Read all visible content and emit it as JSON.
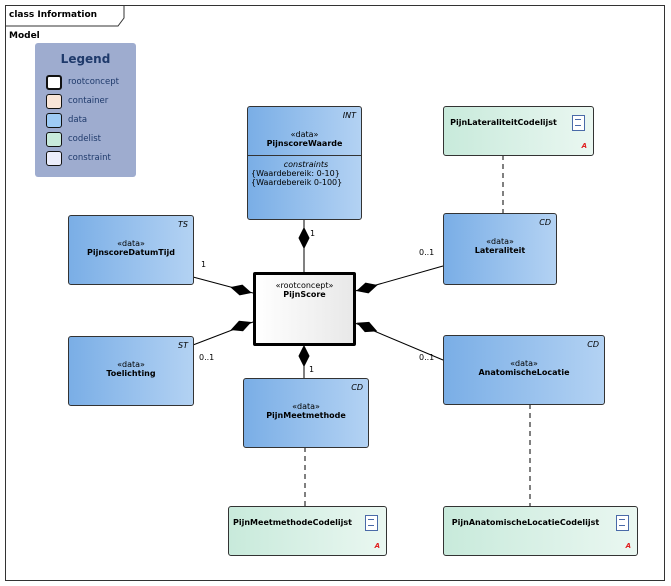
{
  "frame": {
    "title": "class Information Model"
  },
  "legend": {
    "title": "Legend",
    "items": [
      {
        "label": "rootconcept",
        "color": "#ffffff"
      },
      {
        "label": "container",
        "color": "#f9e6d8"
      },
      {
        "label": "data",
        "color": "#9ecbf5"
      },
      {
        "label": "codelist",
        "color": "#c8eadb"
      },
      {
        "label": "constraint",
        "color": "#ebedfb"
      }
    ]
  },
  "classes": {
    "pijnscore": {
      "stereotype": "«rootconcept»",
      "name": "PijnScore"
    },
    "pijnscorewaarde": {
      "stereotype": "«data»",
      "name": "PijnscoreWaarde",
      "type": "INT",
      "constraints_title": "constraints",
      "constraints": [
        "{Waardebereik: 0-10}",
        "{Waardebereik 0-100}"
      ]
    },
    "pijnscoredatumtijd": {
      "stereotype": "«data»",
      "name": "PijnscoreDatumTijd",
      "type": "TS"
    },
    "toelichting": {
      "stereotype": "«data»",
      "name": "Toelichting",
      "type": "ST"
    },
    "lateraliteit": {
      "stereotype": "«data»",
      "name": "Lateraliteit",
      "type": "CD"
    },
    "anatomischelocatie": {
      "stereotype": "«data»",
      "name": "AnatomischeLocatie",
      "type": "CD"
    },
    "pijnmeetmethode": {
      "stereotype": "«data»",
      "name": "PijnMeetmethode",
      "type": "CD"
    },
    "lateraliteitcodelijst": {
      "name": "PijnLateraliteitCodelijst",
      "icon_letter": "A"
    },
    "meetmethodecodelijst": {
      "name": "PijnMeetmethodeCodelijst",
      "icon_letter": "A"
    },
    "anatomischecodelijst": {
      "name": "PijnAnatomischeLocatieCodelijst",
      "icon_letter": "A"
    }
  },
  "multiplicities": {
    "waarde": "1",
    "datumtijd": "1",
    "toelichting": "0..1",
    "lateraliteit": "0..1",
    "anatomisch": "0..1",
    "meetmethode": "1"
  }
}
